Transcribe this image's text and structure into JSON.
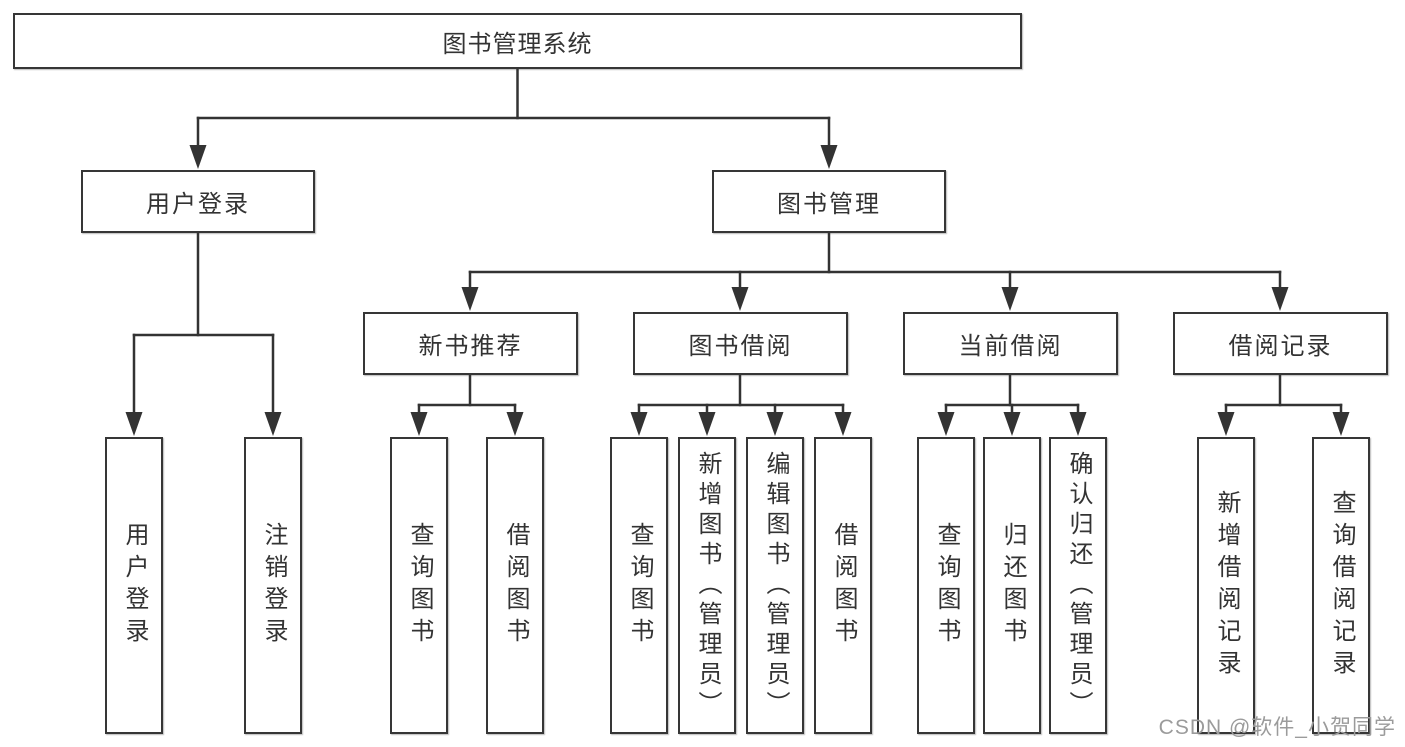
{
  "diagram_type": "hierarchy-tree",
  "tree": {
    "root": {
      "label": "图书管理系统"
    },
    "children": [
      {
        "label": "用户登录",
        "children": [
          {
            "label": "用户登录"
          },
          {
            "label": "注销登录"
          }
        ]
      },
      {
        "label": "图书管理",
        "children": [
          {
            "label": "新书推荐",
            "children": [
              {
                "label": "查询图书"
              },
              {
                "label": "借阅图书"
              }
            ]
          },
          {
            "label": "图书借阅",
            "children": [
              {
                "label": "查询图书"
              },
              {
                "label": "新增图书（管理员）"
              },
              {
                "label": "编辑图书（管理员）"
              },
              {
                "label": "借阅图书"
              }
            ]
          },
          {
            "label": "当前借阅",
            "children": [
              {
                "label": "查询图书"
              },
              {
                "label": "归还图书"
              },
              {
                "label": "确认归还（管理员）"
              }
            ]
          },
          {
            "label": "借阅记录",
            "children": [
              {
                "label": "新增借阅记录"
              },
              {
                "label": "查询借阅记录"
              }
            ]
          }
        ]
      }
    ]
  },
  "watermark": "CSDN @软件_小贺同学",
  "colors": {
    "line": "#333333",
    "box_border": "#363636",
    "text": "#333333",
    "watermark": "#9b9b9b",
    "background": "#ffffff"
  }
}
